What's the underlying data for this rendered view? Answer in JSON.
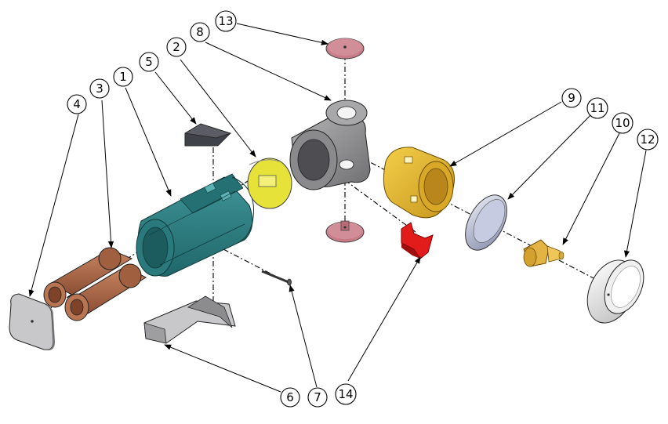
{
  "balloons": [
    {
      "id": "b1",
      "label": "1"
    },
    {
      "id": "b2",
      "label": "2"
    },
    {
      "id": "b3",
      "label": "3"
    },
    {
      "id": "b4",
      "label": "4"
    },
    {
      "id": "b5",
      "label": "5"
    },
    {
      "id": "b6",
      "label": "6"
    },
    {
      "id": "b7",
      "label": "7"
    },
    {
      "id": "b8",
      "label": "8"
    },
    {
      "id": "b9",
      "label": "9"
    },
    {
      "id": "b10",
      "label": "10"
    },
    {
      "id": "b11",
      "label": "11"
    },
    {
      "id": "b12",
      "label": "12"
    },
    {
      "id": "b13",
      "label": "13"
    },
    {
      "id": "b14",
      "label": "14"
    }
  ],
  "colors": {
    "teal_housing": "#2f7f82",
    "copper_battery": "#b06848",
    "grey_part": "#9a9a9c",
    "yellow_disc": "#e6e030",
    "gold_bezel": "#e6b830",
    "pink_cap": "#c77c88",
    "red_clip": "#e01818",
    "blue_reflector": "#b6bcd6",
    "brass_led": "#e0b040"
  }
}
